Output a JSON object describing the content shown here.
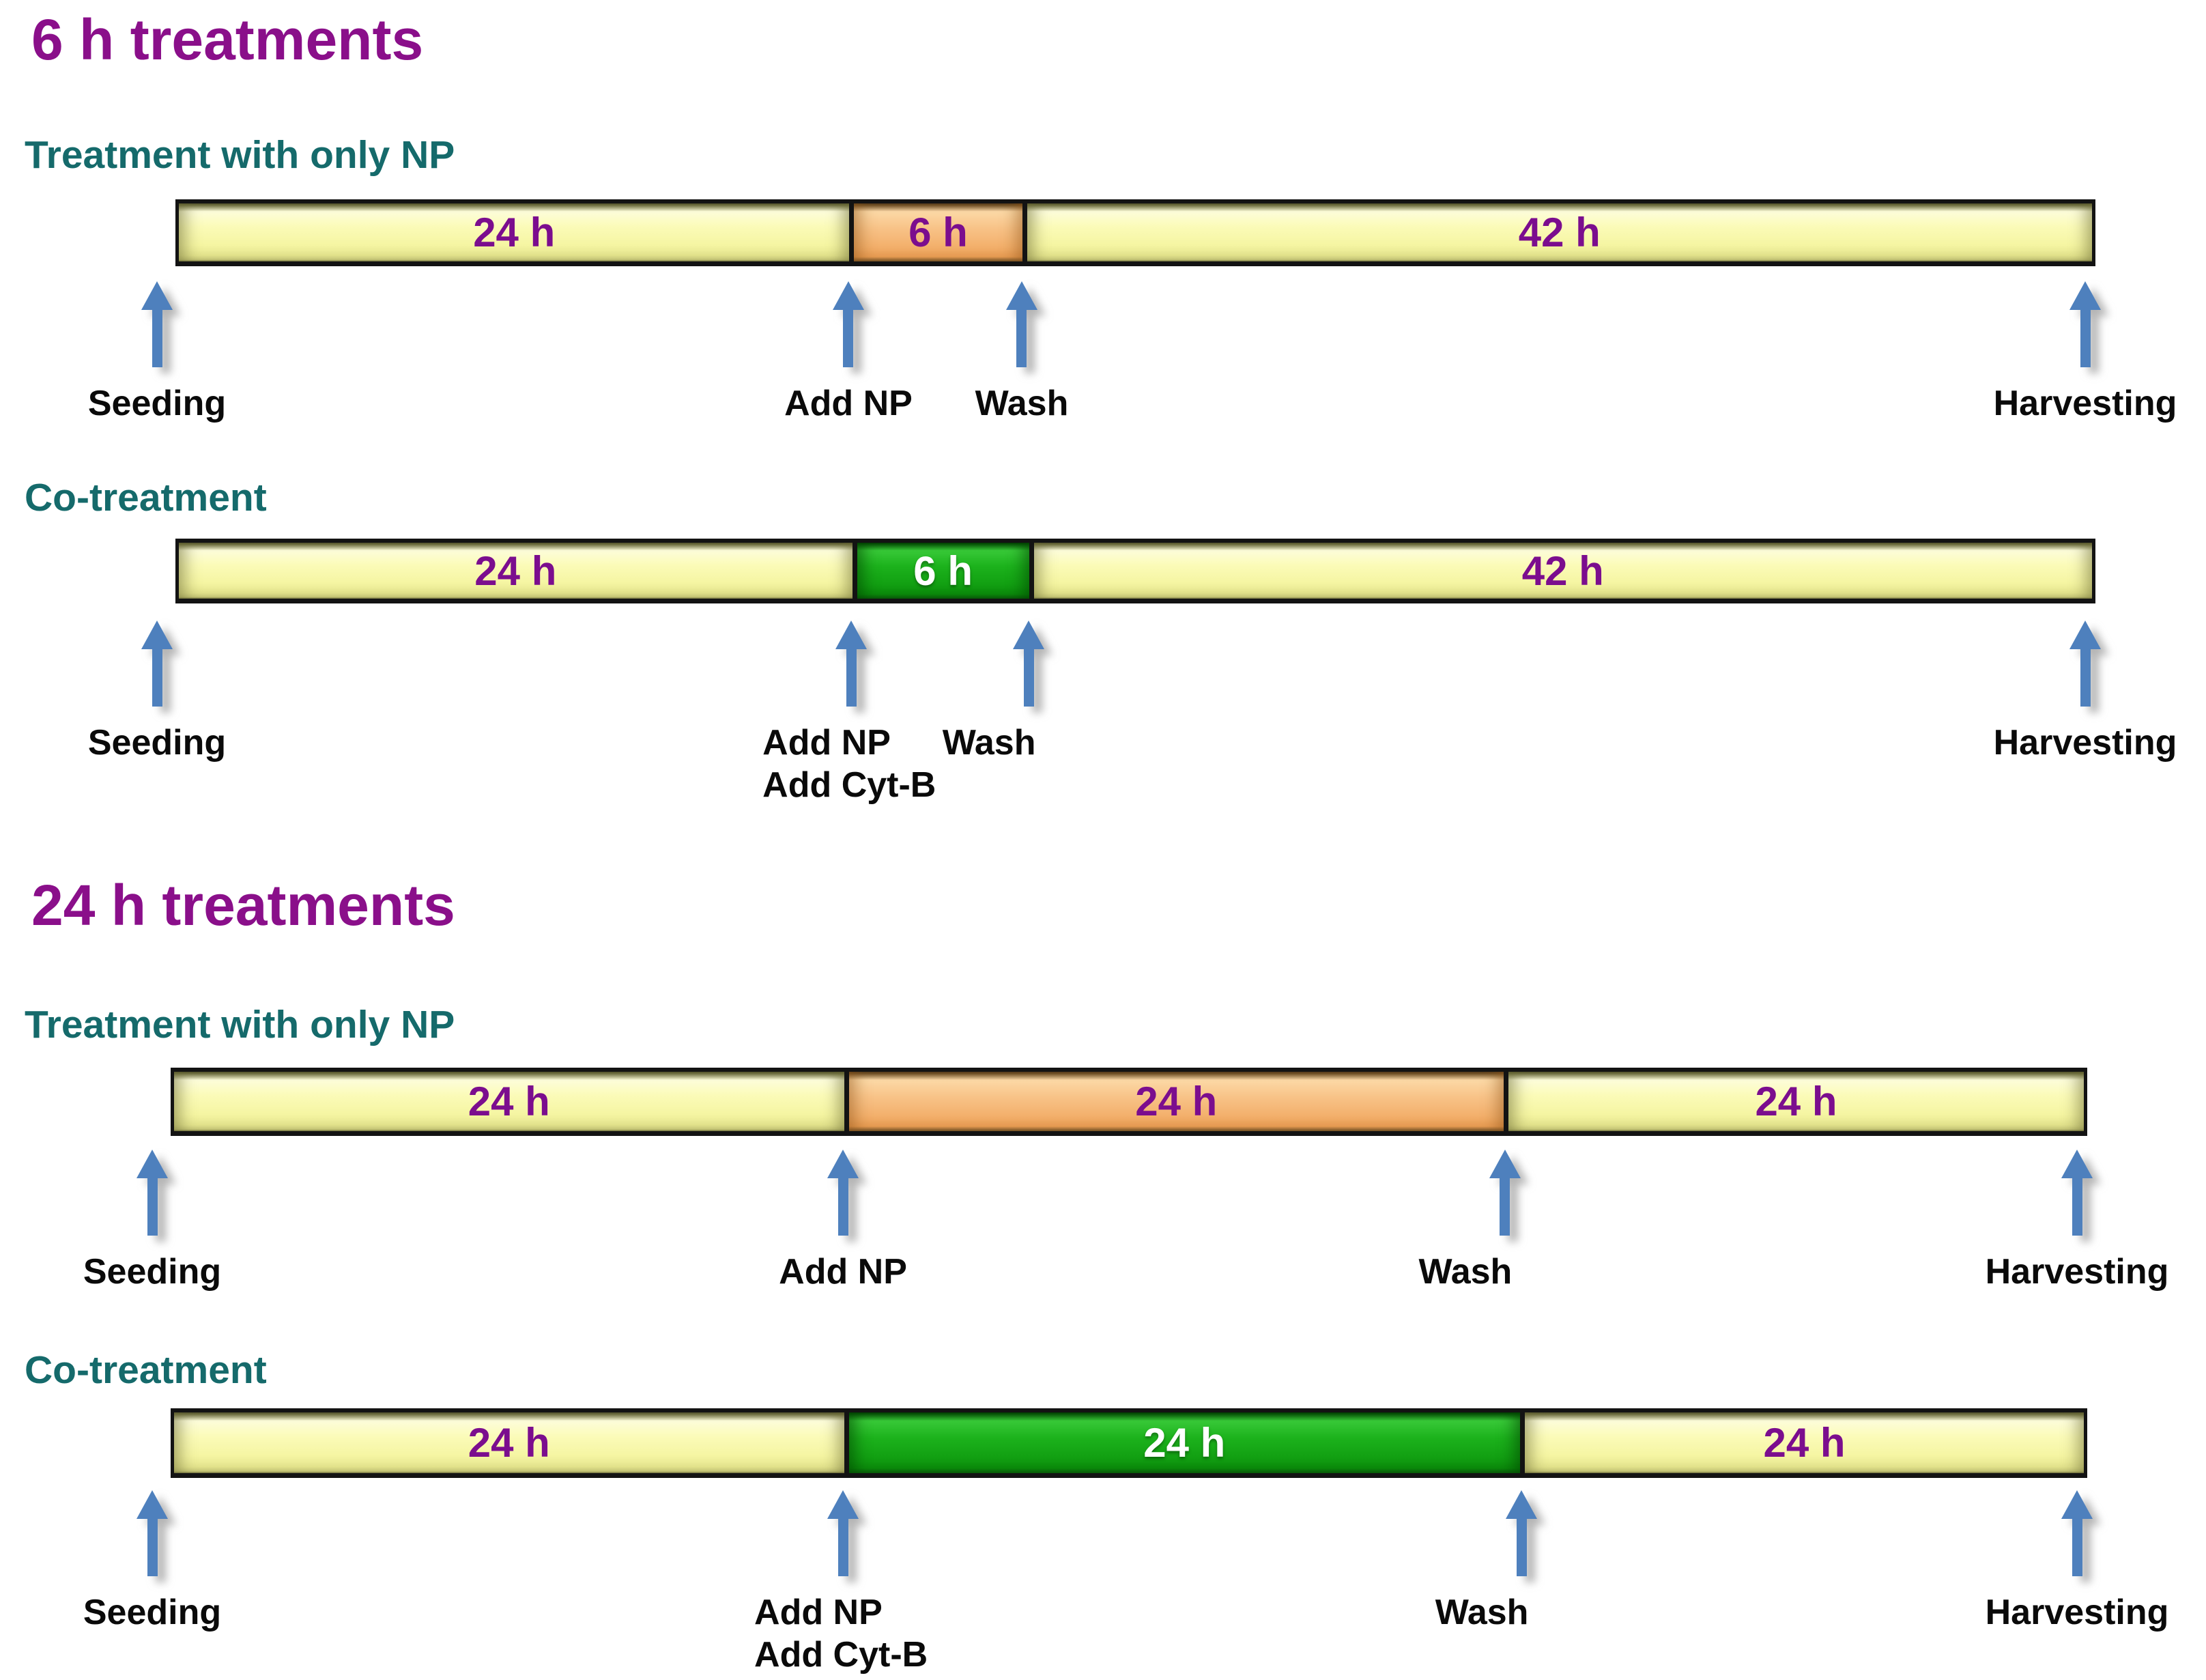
{
  "colors": {
    "section_title": "#8A0F8A",
    "subheading": "#156A6B",
    "duration_label_purple": "#7B0D8E",
    "duration_label_white": "#FFFFFF",
    "arrow_blue": "#4E80BD",
    "segment_yellow": "#FBFBB8",
    "segment_orange": "#F8C388",
    "segment_green": "#1CB21C",
    "bar_border": "#131313",
    "marker_text": "#0A0A0A"
  },
  "sections": [
    {
      "title": "6 h treatments",
      "diagrams": [
        {
          "heading": "Treatment with only NP",
          "variant": "np",
          "segments": [
            {
              "label": "24 h",
              "duration_h": 24,
              "color": "yellow",
              "width_pct": 35.05
            },
            {
              "label": "6 h",
              "duration_h": 6,
              "color": "orange",
              "width_pct": 9.03
            },
            {
              "label": "42 h",
              "duration_h": 42,
              "color": "yellow",
              "width_pct": 55.92
            }
          ],
          "markers": [
            {
              "id": "seeding",
              "lines": [
                "Seeding"
              ],
              "position_pct": 0
            },
            {
              "id": "add-np",
              "lines": [
                "Add NP"
              ],
              "position_pct": 35.05
            },
            {
              "id": "wash",
              "lines": [
                "Wash"
              ],
              "position_pct": 44.08
            },
            {
              "id": "harvesting",
              "lines": [
                "Harvesting"
              ],
              "position_pct": 100
            }
          ]
        },
        {
          "heading": "Co-treatment",
          "variant": "co",
          "segments": [
            {
              "label": "24 h",
              "duration_h": 24,
              "color": "yellow",
              "width_pct": 35.2
            },
            {
              "label": "6 h",
              "duration_h": 6,
              "color": "green",
              "width_pct": 9.24
            },
            {
              "label": "42 h",
              "duration_h": 42,
              "color": "yellow",
              "width_pct": 55.56
            }
          ],
          "markers": [
            {
              "id": "seeding",
              "lines": [
                "Seeding"
              ],
              "position_pct": 0
            },
            {
              "id": "add-np",
              "lines": [
                "Add NP",
                "Add Cyt-B"
              ],
              "position_pct": 35.2
            },
            {
              "id": "wash",
              "lines": [
                "Wash"
              ],
              "position_pct": 44.44
            },
            {
              "id": "harvesting",
              "lines": [
                "Harvesting"
              ],
              "position_pct": 100
            }
          ]
        }
      ]
    },
    {
      "title": "24 h treatments",
      "diagrams": [
        {
          "heading": "Treatment with only NP",
          "variant": "np",
          "segments": [
            {
              "label": "24 h",
              "duration_h": 24,
              "color": "yellow",
              "width_pct": 35.08
            },
            {
              "label": "24 h",
              "duration_h": 24,
              "color": "orange",
              "width_pct": 34.54
            },
            {
              "label": "24 h",
              "duration_h": 24,
              "color": "yellow",
              "width_pct": 30.38
            }
          ],
          "markers": [
            {
              "id": "seeding",
              "lines": [
                "Seeding"
              ],
              "position_pct": 0
            },
            {
              "id": "add-np",
              "lines": [
                "Add NP"
              ],
              "position_pct": 35.08
            },
            {
              "id": "wash",
              "lines": [
                "Wash"
              ],
              "position_pct": 69.62
            },
            {
              "id": "harvesting",
              "lines": [
                "Harvesting"
              ],
              "position_pct": 100
            }
          ]
        },
        {
          "heading": "Co-treatment",
          "variant": "co",
          "segments": [
            {
              "label": "24 h",
              "duration_h": 24,
              "color": "yellow",
              "width_pct": 35.08
            },
            {
              "label": "24 h",
              "duration_h": 24,
              "color": "green",
              "width_pct": 35.4
            },
            {
              "label": "24 h",
              "duration_h": 24,
              "color": "yellow",
              "width_pct": 29.52
            }
          ],
          "markers": [
            {
              "id": "seeding",
              "lines": [
                "Seeding"
              ],
              "position_pct": 0
            },
            {
              "id": "add-np",
              "lines": [
                "Add NP",
                "Add Cyt-B"
              ],
              "position_pct": 35.08
            },
            {
              "id": "wash",
              "lines": [
                "Wash"
              ],
              "position_pct": 70.48
            },
            {
              "id": "harvesting",
              "lines": [
                "Harvesting"
              ],
              "position_pct": 100
            }
          ]
        }
      ]
    }
  ]
}
